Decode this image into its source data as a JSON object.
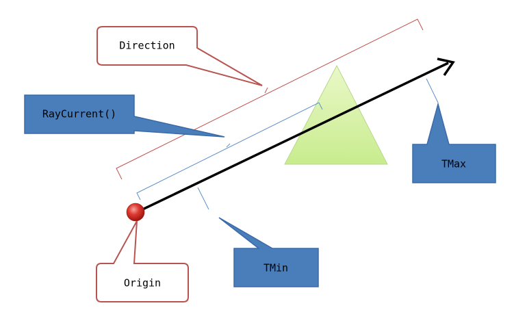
{
  "callouts": {
    "direction": {
      "text": "Direction"
    },
    "ray_current": {
      "text": "RayCurrent()"
    },
    "origin": {
      "text": "Origin"
    },
    "tmin": {
      "text": "TMin"
    },
    "tmax": {
      "text": "TMax"
    }
  },
  "colors": {
    "red_outline": "#b85450",
    "white_fill": "#ffffff",
    "blue_fill": "#4a7ebb",
    "blue_outline": "#3a6aa8",
    "blue_bracket": "#5b8fc9",
    "red_bracket": "#c0504d",
    "triangle_fill": "#d5f0a6",
    "triangle_stroke": "#b6d88a",
    "ray": "#000000",
    "origin_fill": "#d9322b"
  }
}
